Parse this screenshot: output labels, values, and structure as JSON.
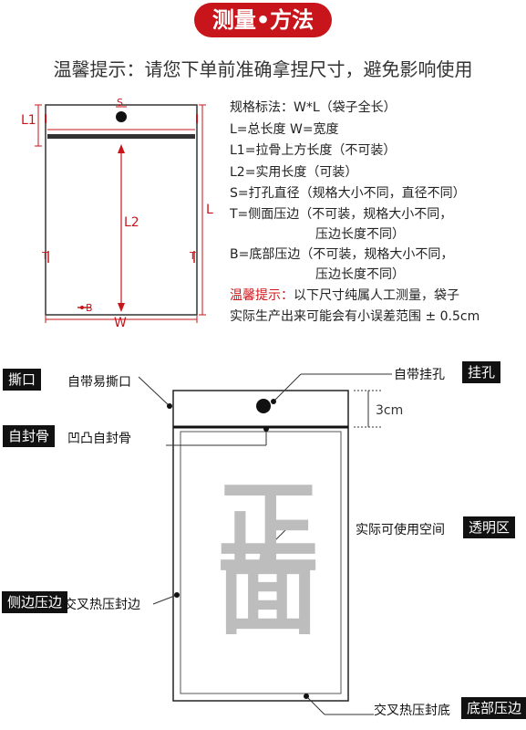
{
  "header": {
    "title": "测量•方法"
  },
  "hint": {
    "text": "温馨提示：请您下单前准确拿捏尺寸，避免影响使用"
  },
  "top_diagram": {
    "labels": {
      "s": "S",
      "l1": "L1",
      "l2": "L2",
      "l": "L",
      "t_left": "T",
      "t_right": "T",
      "b": "B",
      "w": "W"
    }
  },
  "specs": {
    "lines": [
      "规格标法：W*L（袋子全长）",
      "L=总长度      W=宽度",
      "L1=拉骨上方长度（不可装）",
      "L2=实用长度（可装）",
      "S=打孔直径（规格大小不同，直径不同）",
      "T=侧面压边（不可装，规格大小不同，",
      "压边长度不同）",
      "B=底部压边（不可装，规格大小不同，",
      "压边长度不同）"
    ],
    "note_label": "温馨提示：",
    "note_line1": "以下尺寸纯属人工测量，袋子",
    "note_line2": "实际生产出来可能会有小误差范围 ± 0.5cm"
  },
  "bottom_diagram": {
    "tag_tear": "撕口",
    "label_tear": "自带易撕口",
    "tag_seal": "自封骨",
    "label_seal": "凹凸自封骨",
    "tag_side": "侧边压边",
    "label_side": "交叉热压封边",
    "tag_hang": "挂孔",
    "label_hang": "自带挂孔",
    "tag_clear": "透明区",
    "label_clear": "实际可使用空间",
    "tag_bottom": "底部压边",
    "label_bottom": "交叉热压封底",
    "dim_3cm": "3cm",
    "front_char1": "正",
    "front_char2": "面"
  },
  "colors": {
    "accent": "#c8151b",
    "tag_bg": "#111111"
  }
}
